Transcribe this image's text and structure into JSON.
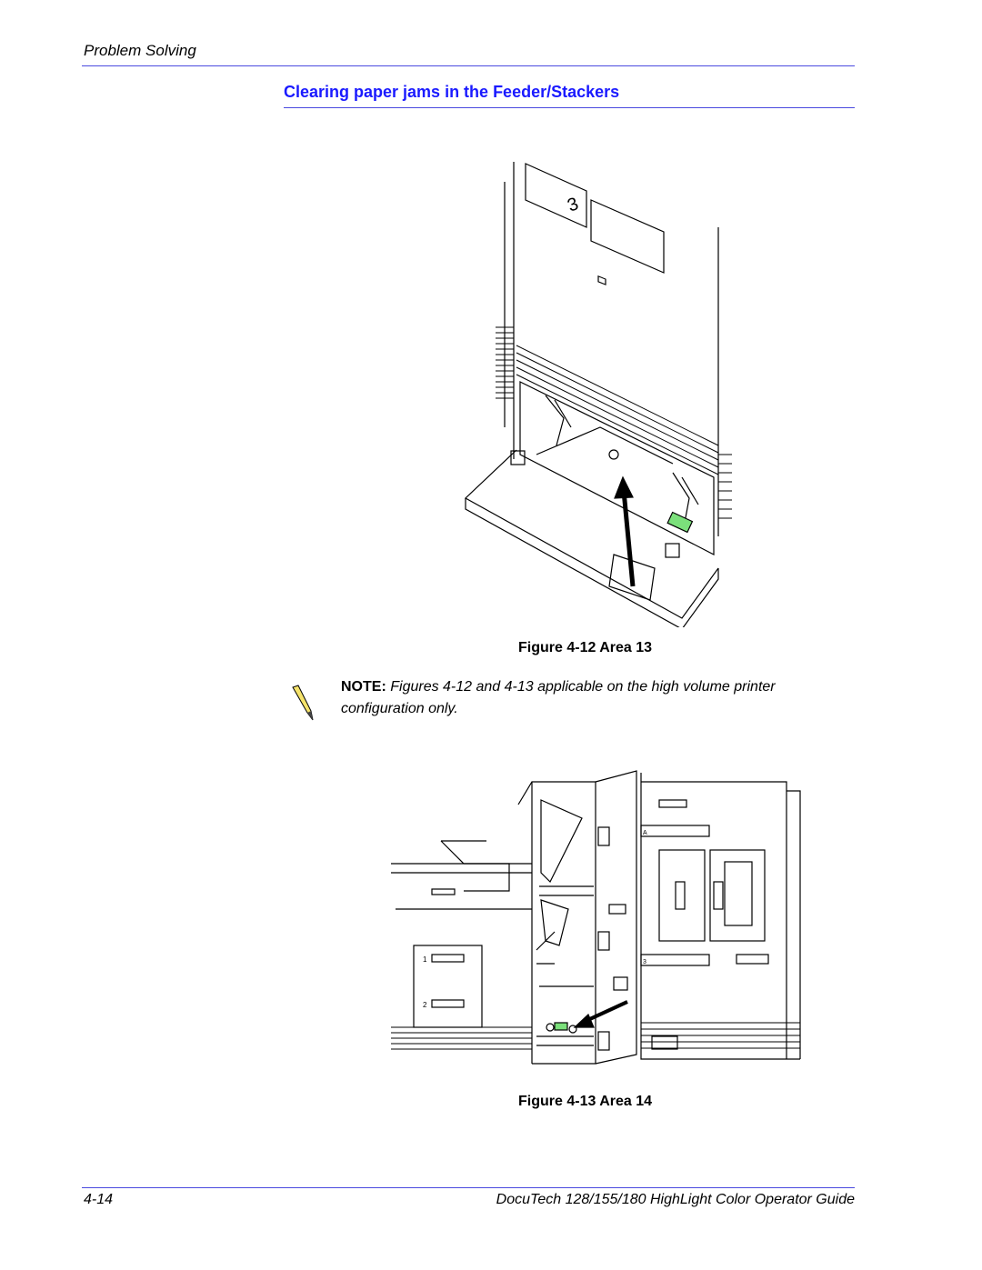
{
  "header": {
    "running_head": "Problem Solving",
    "section_title": "Clearing paper jams in the Feeder/Stackers"
  },
  "figures": [
    {
      "caption": "Figure 4-12 Area 13",
      "panel_number": "3"
    },
    {
      "caption": "Figure 4-13 Area 14",
      "tray_labels": [
        "1",
        "2"
      ],
      "panel_labels": [
        "A",
        "3"
      ]
    }
  ],
  "note": {
    "label": "NOTE:",
    "text": "Figures 4-12 and 4-13 applicable on the high volume printer configuration only."
  },
  "footer": {
    "page_number": "4-14",
    "doc_title": "DocuTech 128/155/180 HighLight Color Operator Guide"
  },
  "colors": {
    "rule": "#4a4adf",
    "heading": "#1a1aff",
    "highlight_green": "#7be07b"
  }
}
